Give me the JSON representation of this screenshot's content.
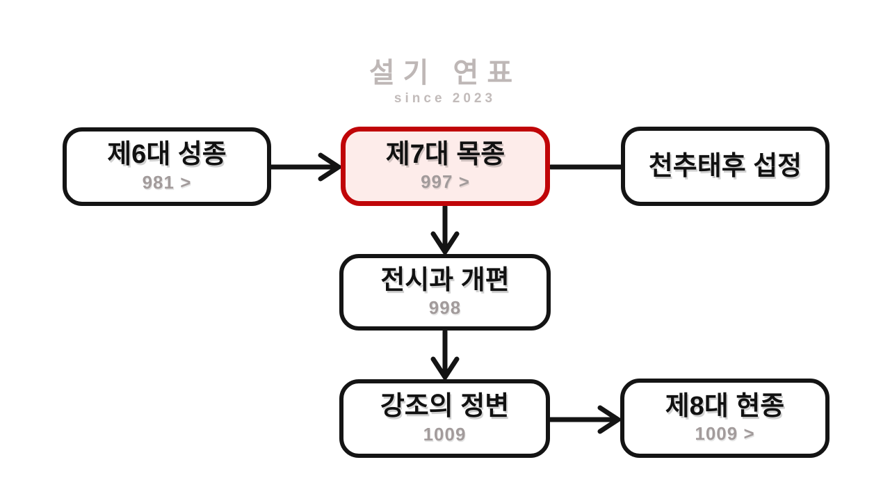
{
  "watermark": {
    "title": "설기 연표",
    "subtitle": "since 2023"
  },
  "colors": {
    "accent_red": "#c00508",
    "accent_fill": "#fdecea",
    "line_black": "#141414",
    "year_gray": "#a29b9b",
    "watermark_gray": "#b3abaa"
  },
  "nodes": [
    {
      "title": "제6대 성종",
      "year": "981 >"
    },
    {
      "title": "제7대 목종",
      "year": "997 >",
      "highlighted": true
    },
    {
      "title": "천추태후 섭정"
    },
    {
      "title": "전시과 개편",
      "year": "998"
    },
    {
      "title": "강조의 정변",
      "year": "1009"
    },
    {
      "title": "제8대 현종",
      "year": "1009 >"
    }
  ]
}
